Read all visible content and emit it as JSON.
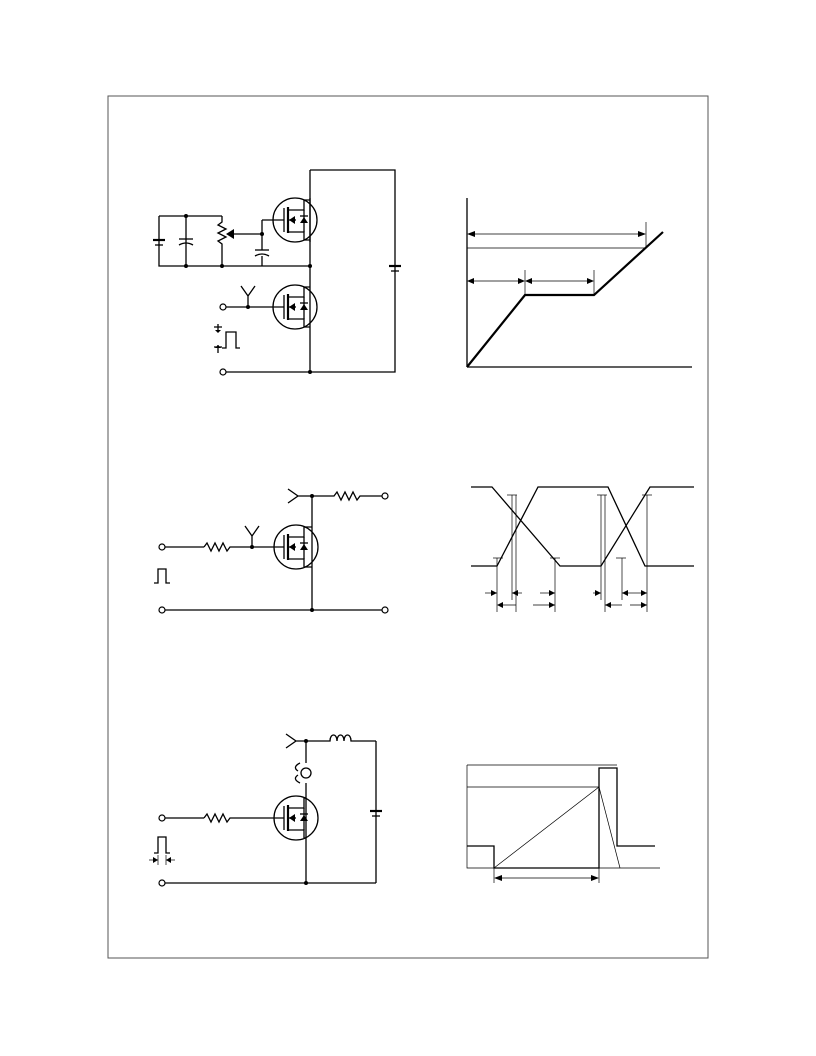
{
  "page": {
    "title": "",
    "panels": [
      {
        "id": "gate-charge-test-circuit",
        "kind": "circuit"
      },
      {
        "id": "gate-charge-waveform",
        "kind": "waveform"
      },
      {
        "id": "resistive-switching-test-circuit",
        "kind": "circuit"
      },
      {
        "id": "resistive-switching-waveforms",
        "kind": "waveform"
      },
      {
        "id": "unclamped-inductive-test-circuit",
        "kind": "circuit"
      },
      {
        "id": "unclamped-inductive-waveforms",
        "kind": "waveform"
      }
    ]
  },
  "colors": {
    "ink": "#000000",
    "background": "#ffffff",
    "frame": "#555555"
  }
}
